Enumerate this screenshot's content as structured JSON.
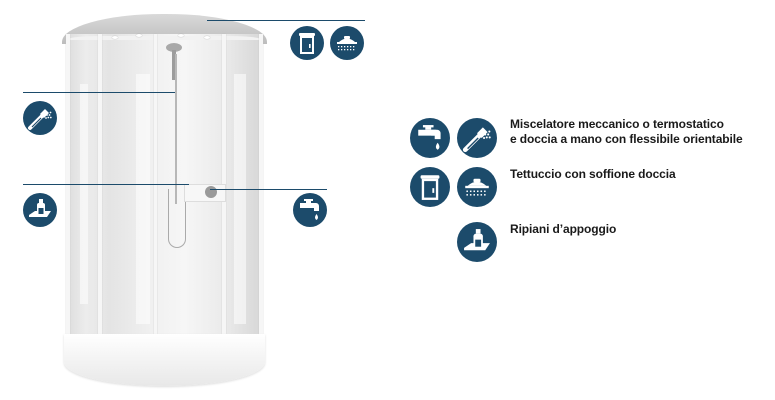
{
  "colors": {
    "icon_bg": "#1c4b6b",
    "leader_line": "#1c4b6b",
    "text": "#1a1a1a",
    "background": "#ffffff"
  },
  "product": {
    "name": "shower-cabin",
    "callouts": [
      {
        "id": "roof",
        "icons": [
          "roof-cabin-icon",
          "shower-head-icon"
        ]
      },
      {
        "id": "hand-shower",
        "icons": [
          "hand-shower-icon"
        ]
      },
      {
        "id": "shelves",
        "icons": [
          "shelf-bottle-icon"
        ]
      },
      {
        "id": "mixer",
        "icons": [
          "faucet-icon"
        ]
      }
    ]
  },
  "legend": {
    "items": [
      {
        "icons": [
          "faucet-icon",
          "hand-shower-icon"
        ],
        "line1": "Miscelatore meccanico o termostatico",
        "line2": "e doccia a mano con flessibile orientabile"
      },
      {
        "icons": [
          "roof-cabin-icon",
          "shower-head-icon"
        ],
        "line1": "Tettuccio con soffione doccia"
      },
      {
        "icons": [
          "shelf-bottle-icon"
        ],
        "line1": "Ripiani d’appoggio"
      }
    ]
  }
}
